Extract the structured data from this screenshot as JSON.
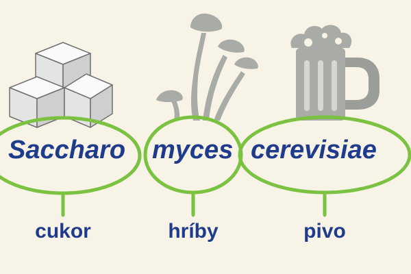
{
  "name": {
    "genus_part1": "Saccharo",
    "genus_part2": "myces",
    "species": "cerevisiae"
  },
  "labels": {
    "sugar": "cukor",
    "mushrooms": "hríby",
    "beer": "pivo"
  },
  "icons": {
    "sugar": "sugar-cubes-icon",
    "mushrooms": "mushroom-icon",
    "beer": "beer-mug-icon"
  },
  "colors": {
    "background": "#f7f3e6",
    "text": "#1f3b8c",
    "ellipse": "#7cc242",
    "icon_gray": "#a9aba6"
  }
}
